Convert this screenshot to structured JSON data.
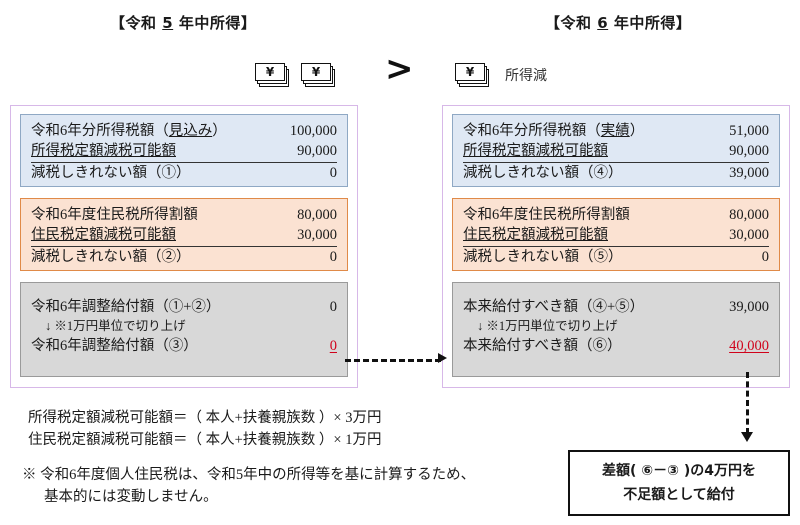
{
  "headers": {
    "left": {
      "pre": "【令和 ",
      "year": "5",
      "post": " 年中所得】"
    },
    "right": {
      "pre": "【令和 ",
      "year": "6",
      "post": " 年中所得】"
    }
  },
  "icons": {
    "bill_symbol": "¥",
    "comparison_operator": ">",
    "income_decrease_label": "所得減"
  },
  "left_panel": {
    "income_tax_box": {
      "rows": [
        {
          "label_main": "令和6年分所得税額（",
          "label_underlined": "見込み",
          "label_tail": "）",
          "value": "100,000"
        },
        {
          "label_underlined": "所得税定額減税可能額",
          "value": "90,000",
          "ruled": true
        },
        {
          "label_main": "減税しきれない額（①）",
          "value": "0"
        }
      ]
    },
    "resident_tax_box": {
      "rows": [
        {
          "label_main": "令和6年度住民税所得割額",
          "value": "80,000"
        },
        {
          "label_underlined": "住民税定額減税可能額",
          "value": "30,000",
          "ruled": true
        },
        {
          "label_main": "減税しきれない額（②）",
          "value": "0"
        }
      ]
    },
    "benefit_box": {
      "row_sum": {
        "label": "令和6年調整給付額（①+②）",
        "value": "0"
      },
      "note": "↓ ※1万円単位で切り上げ",
      "row_final": {
        "label": "令和6年調整給付額（③）",
        "value": "0"
      }
    }
  },
  "right_panel": {
    "income_tax_box": {
      "rows": [
        {
          "label_main": "令和6年分所得税額（",
          "label_underlined": "実績",
          "label_tail": "）",
          "value": "51,000"
        },
        {
          "label_underlined": "所得税定額減税可能額",
          "value": "90,000",
          "ruled": true
        },
        {
          "label_main": "減税しきれない額（④）",
          "value": "39,000"
        }
      ]
    },
    "resident_tax_box": {
      "rows": [
        {
          "label_main": "令和6年度住民税所得割額",
          "value": "80,000"
        },
        {
          "label_underlined": "住民税定額減税可能額",
          "value": "30,000",
          "ruled": true
        },
        {
          "label_main": "減税しきれない額（⑤）",
          "value": "0"
        }
      ]
    },
    "benefit_box": {
      "row_sum": {
        "label": "本来給付すべき額（④+⑤）",
        "value": "39,000"
      },
      "note": "↓ ※1万円単位で切り上げ",
      "row_final": {
        "label": "本来給付すべき額（⑥）",
        "value": "40,000"
      }
    }
  },
  "formulas": {
    "line1": "所得税定額減税可能額＝（ 本人+扶養親族数 ）×  3万円",
    "line2": "住民税定額減税可能額＝（ 本人+扶養親族数 ）×  1万円"
  },
  "footnote": {
    "line1": "※ 令和6年度個人住民税は、令和5年中の所得等を基に計算するため、",
    "line2": "基本的には変動しません。"
  },
  "result_box": {
    "line1": "差額( ⑥－③ )の4万円を",
    "line2": "不足額として給付"
  },
  "colors": {
    "panel_border": "#d7b8e8",
    "income_box_fill": "#dfe8f4",
    "income_box_border": "#8fa8c4",
    "resident_box_fill": "#fbe2d2",
    "resident_box_border": "#e08a48",
    "benefit_box_fill": "#d8d8d8",
    "benefit_box_border": "#9a9a9a",
    "highlight_value": "#d0021b"
  }
}
